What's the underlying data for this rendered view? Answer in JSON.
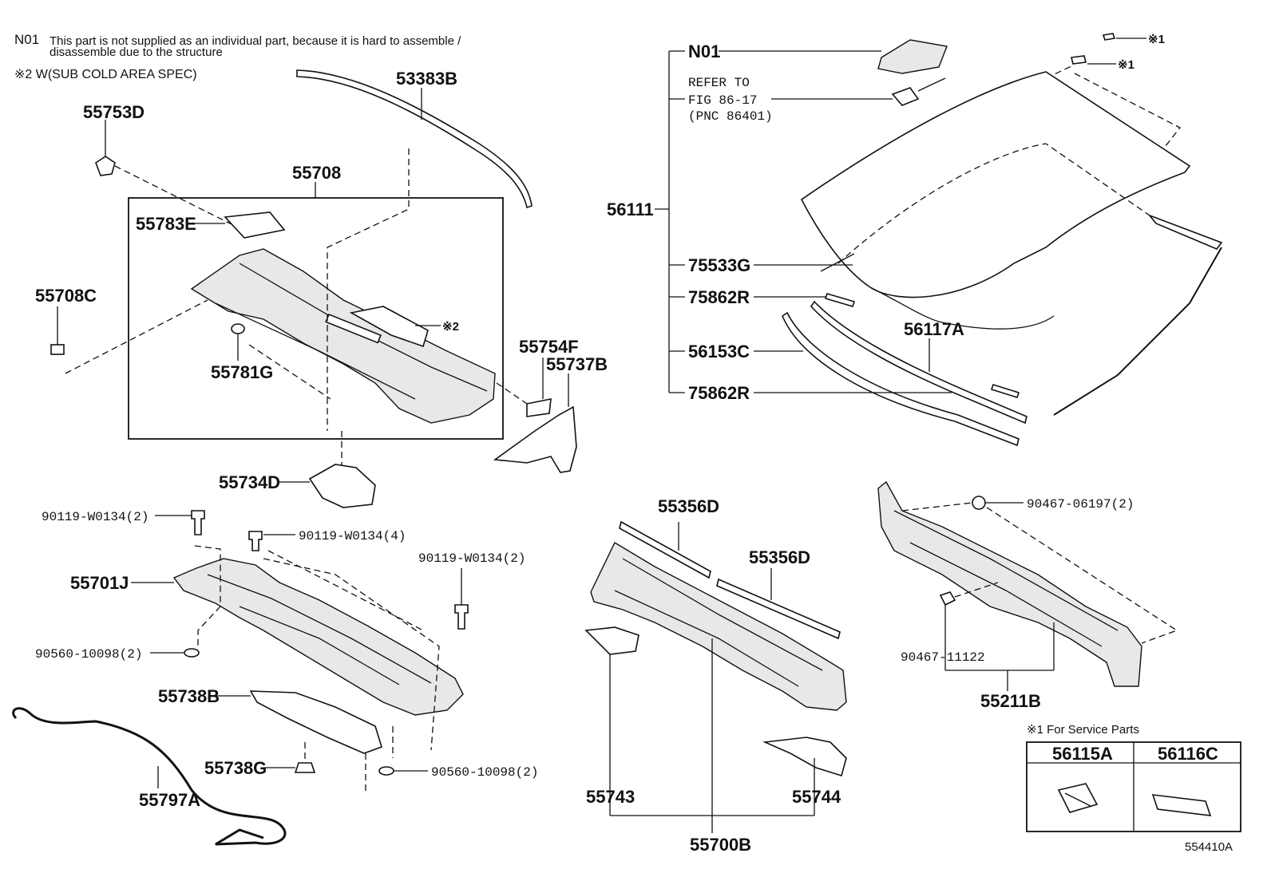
{
  "notes": {
    "n01_code": "N01",
    "n01_text_line1": "This part is not supplied as an individual part, because it is hard to assemble /",
    "n01_text_line2": "disassemble due to the structure",
    "note2": "※2 W(SUB COLD AREA SPEC)",
    "note1": "※1 For Service Parts"
  },
  "labels": {
    "p53383B": "53383B",
    "p55753D": "55753D",
    "p55708": "55708",
    "p55783E": "55783E",
    "p55708C": "55708C",
    "p55781G": "55781G",
    "star2": "※2",
    "p55754F": "55754F",
    "p55737B": "55737B",
    "p55734D": "55734D",
    "b90119_2a": "90119-W0134(2)",
    "b90119_4": "90119-W0134(4)",
    "b90119_2b": "90119-W0134(2)",
    "p55701J": "55701J",
    "w90560_a": "90560-10098(2)",
    "p55738B": "55738B",
    "p55738G": "55738G",
    "w90560_b": "90560-10098(2)",
    "p55797A": "55797A",
    "n01": "N01",
    "refer1": "REFER TO",
    "refer2": "FIG 86-17",
    "refer3": "(PNC 86401)",
    "star1a": "※1",
    "star1b": "※1",
    "p56111": "56111",
    "p75533G": "75533G",
    "p75862R_a": "75862R",
    "p56153C": "56153C",
    "p56117A": "56117A",
    "p75862R_b": "75862R",
    "p55356D_a": "55356D",
    "p55356D_b": "55356D",
    "p55743": "55743",
    "p55744": "55744",
    "p55700B": "55700B",
    "c90467_06197": "90467-06197(2)",
    "c90467_11122": "90467-11122",
    "p55211B": "55211B",
    "s56115A": "56115A",
    "s56116C": "56116C",
    "code": "554410A"
  }
}
